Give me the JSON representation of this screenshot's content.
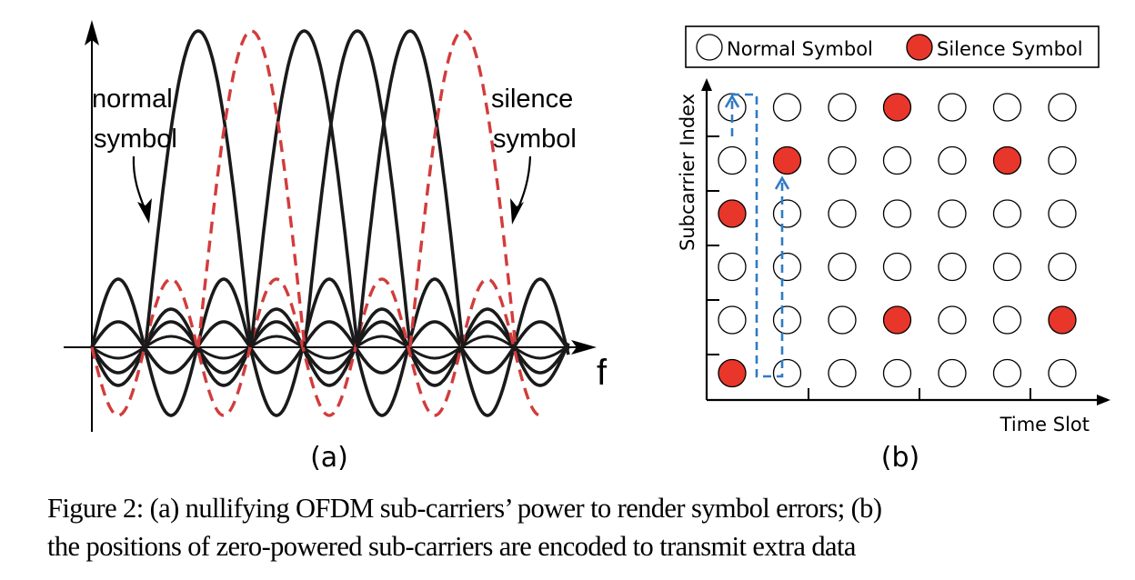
{
  "panel_a": {
    "label_normal_line1": "normal",
    "label_normal_line2": "symbol",
    "label_silence_line1": "silence",
    "label_silence_line2": "symbol",
    "axis_label": "f",
    "subfigure_label": "(a)"
  },
  "panel_b": {
    "legend": {
      "normal": "Normal Symbol",
      "silence": "Silence Symbol"
    },
    "y_axis_label": "Subcarrier Index",
    "x_axis_label": "Time Slot",
    "subfigure_label": "(b)",
    "grid": {
      "rows": 6,
      "cols": 7,
      "silence_cells_row_col_from_top": [
        [
          0,
          3
        ],
        [
          1,
          1
        ],
        [
          1,
          5
        ],
        [
          2,
          0
        ],
        [
          4,
          3
        ],
        [
          4,
          6
        ],
        [
          5,
          0
        ]
      ]
    }
  },
  "colors": {
    "normal_curve": "#1a1a1a",
    "silence_curve": "#d23c3c",
    "silence_fill": "#e8362b",
    "arrow_blue": "#2f7bc4"
  },
  "caption": {
    "line1": "Figure 2: (a) nullifying OFDM sub-carriers’ power to render symbol errors; (b)",
    "line2": "the positions of zero-powered sub-carriers are encoded to transmit extra data"
  }
}
